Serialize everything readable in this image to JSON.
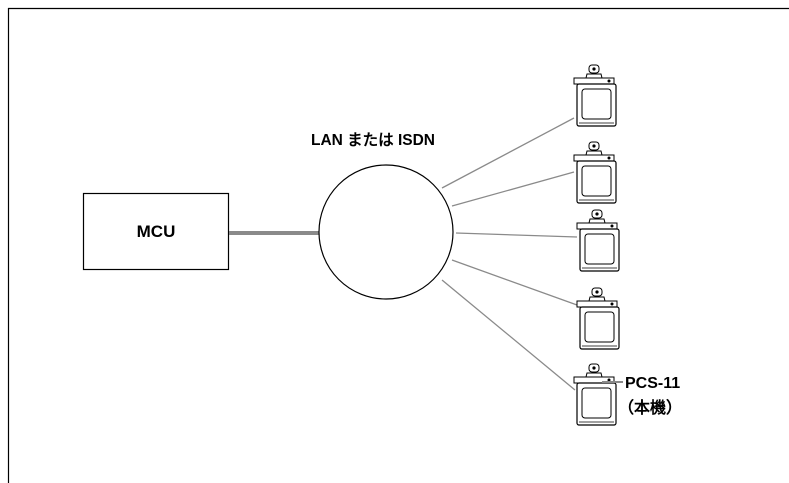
{
  "network": {
    "label": "LAN または ISDN"
  },
  "mcu": {
    "label": "MCU"
  },
  "terminals": [
    {
      "name": "terminal-1"
    },
    {
      "name": "terminal-2"
    },
    {
      "name": "terminal-3"
    },
    {
      "name": "terminal-4"
    },
    {
      "name": "terminal-5"
    }
  ],
  "callout": {
    "model": "PCS-11",
    "note": "（本機）"
  }
}
